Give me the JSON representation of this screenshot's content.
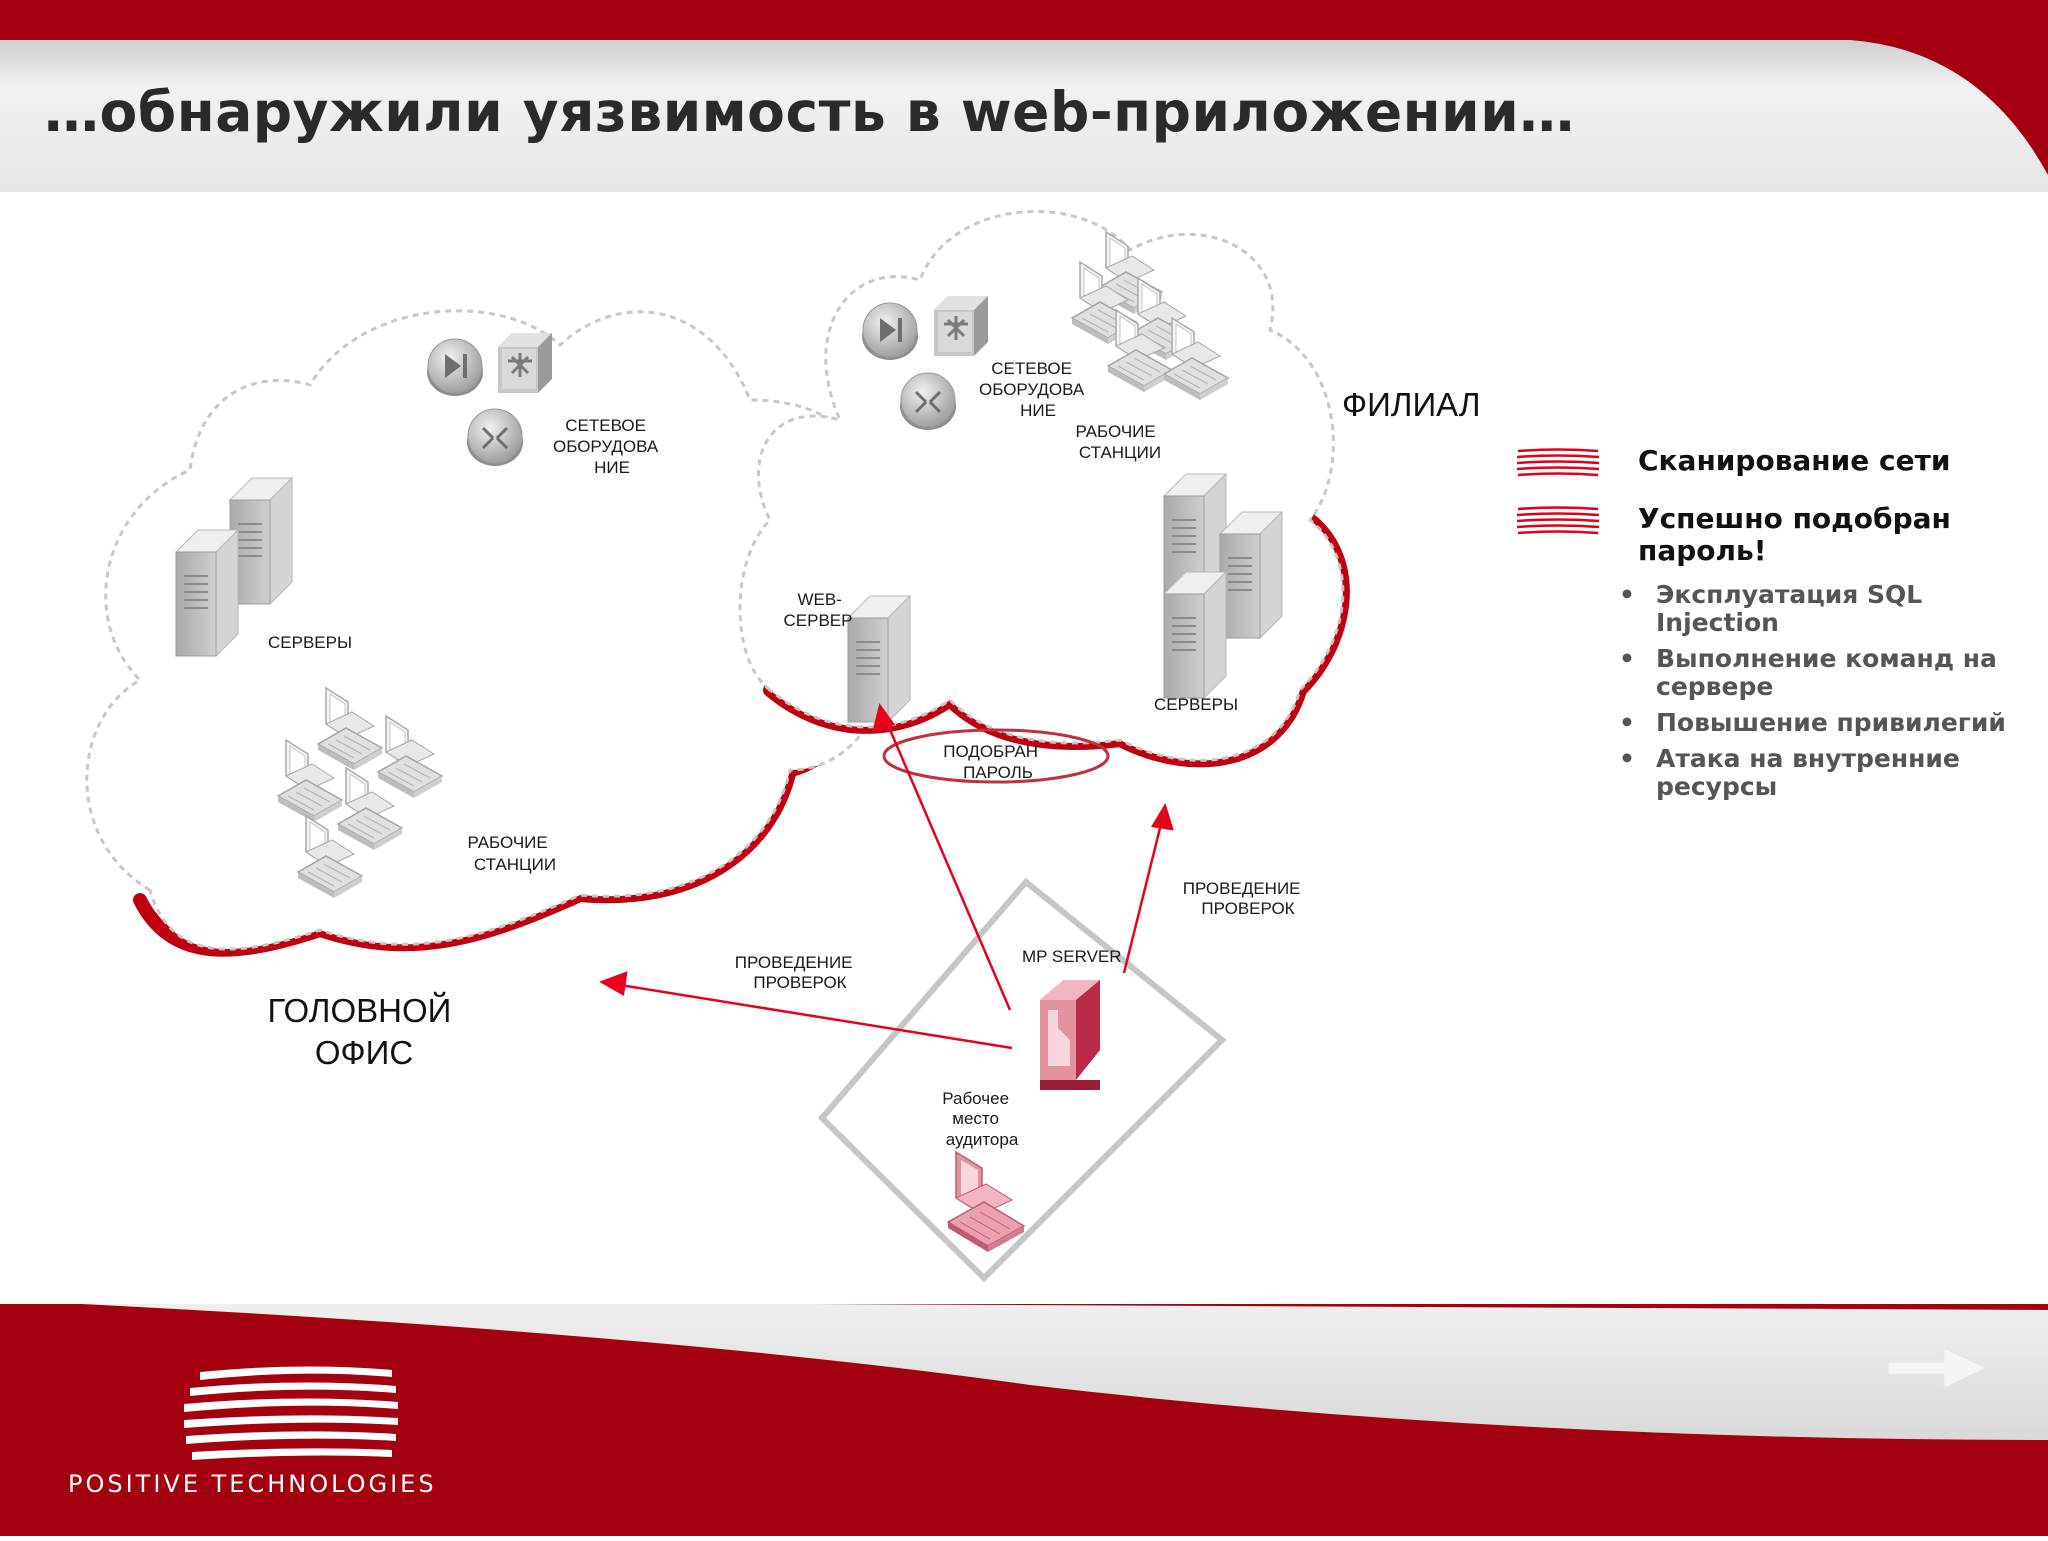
{
  "slide": {
    "title": "…обнаружили уязвимость в web-приложении…"
  },
  "head_office": {
    "name_line1": "ГОЛОВНОЙ",
    "name_line2": "ОФИС",
    "network_label": [
      "СЕТЕВОЕ",
      "ОБОРУДОВА",
      "НИЕ"
    ],
    "servers_label": "СЕРВЕРЫ",
    "workstations_label": [
      "РАБОЧИЕ",
      "СТАНЦИИ"
    ]
  },
  "branch": {
    "name": "ФИЛИАЛ",
    "network_label": [
      "СЕТЕВОЕ",
      "ОБОРУДОВА",
      "НИЕ"
    ],
    "workstations_label": [
      "РАБОЧИЕ",
      "СТАНЦИИ"
    ],
    "web_server_label": [
      "WEB-",
      "СЕРВЕР"
    ],
    "servers_label": "СЕРВЕРЫ"
  },
  "diagram_labels": {
    "password_found": [
      "ПОДОБРАН",
      "ПАРОЛЬ"
    ],
    "checks_left": [
      "ПРОВЕДЕНИЕ",
      "ПРОВЕРОК"
    ],
    "checks_right": [
      "ПРОВЕДЕНИЕ",
      "ПРОВЕРОК"
    ],
    "mp_server": "MP SERVER",
    "auditor": [
      "Рабочее",
      "место",
      "аудитора"
    ]
  },
  "legend": [
    {
      "label": "Сканирование сети"
    },
    {
      "label": "Успешно подобран пароль!"
    }
  ],
  "steps": [
    "Эксплуатация SQL Injection",
    "Выполнение команд на сервере",
    "Повышение привилегий",
    "Атака на внутренние ресурсы"
  ],
  "footer": {
    "company": "POSITIVE TECHNOLOGIES"
  },
  "colors": {
    "brand_red": "#a50010",
    "arrow_red": "#e8001c",
    "auditor_pink": "#e3909f"
  },
  "icons": {
    "next": "next-arrow-icon"
  }
}
